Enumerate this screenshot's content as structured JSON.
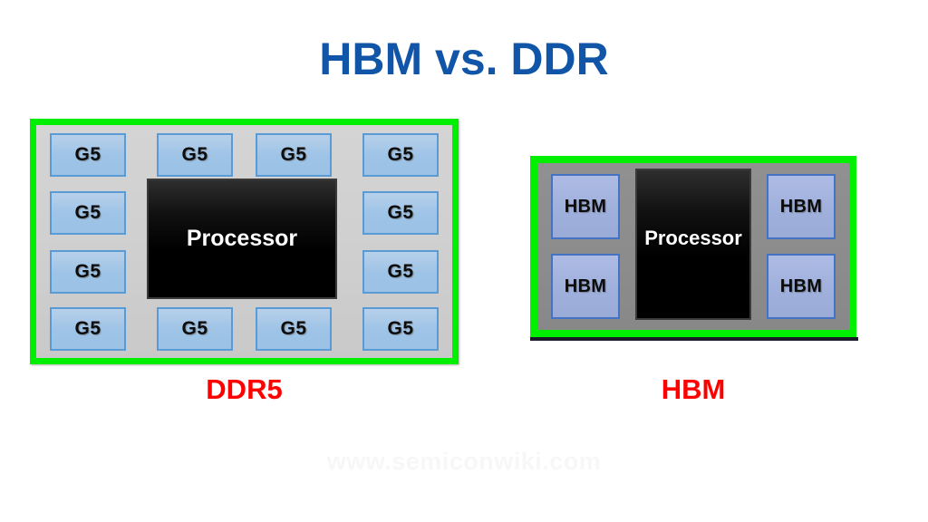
{
  "title": "HBM vs. DDR",
  "colors": {
    "title_blue": "#1155A8",
    "caption_red": "#FF0000",
    "package_green": "#00EE00",
    "ddr5_substrate_gray": "#D0D0D0",
    "hbm_substrate_gray": "#8C8C8C",
    "g5_chip_blue": "#9DC3E6",
    "g5_chip_border": "#5B9BD5",
    "hbm_chip_blue": "#9FB0DC",
    "hbm_chip_border": "#4472C4",
    "processor_black": "#000000"
  },
  "ddr5": {
    "caption": "DDR5",
    "processor_label": "Processor",
    "chip_label": "G5",
    "chip_count": 12,
    "chips": {
      "top": [
        "G5",
        "G5",
        "G5",
        "G5"
      ],
      "left": [
        "G5",
        "G5"
      ],
      "right": [
        "G5",
        "G5"
      ],
      "bottom": [
        "G5",
        "G5",
        "G5",
        "G5"
      ]
    }
  },
  "hbm": {
    "caption": "HBM",
    "processor_label": "Processor",
    "chip_label": "HBM",
    "chip_count": 4,
    "chips": {
      "left": [
        "HBM",
        "HBM"
      ],
      "right": [
        "HBM",
        "HBM"
      ]
    }
  },
  "watermark": "www.semiconwiki.com"
}
